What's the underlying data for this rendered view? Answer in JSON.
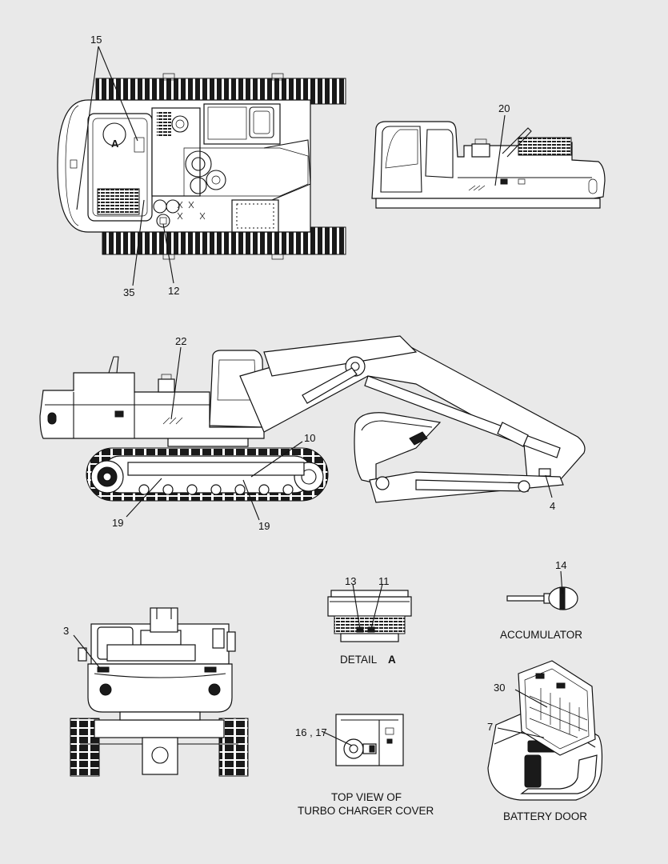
{
  "callouts": {
    "c15": "15",
    "cA_top": "A",
    "c20": "20",
    "c35": "35",
    "c12": "12",
    "c22": "22",
    "c10": "10",
    "c19a": "19",
    "c19b": "19",
    "c4": "4",
    "c3": "3",
    "c13": "13",
    "c11": "11",
    "c14": "14",
    "c16_17": "16 , 17",
    "c30": "30",
    "c7": "7"
  },
  "captions": {
    "detail": "DETAIL",
    "detail_letter": "A",
    "accumulator": "ACCUMULATOR",
    "turbo_line1": "TOP VIEW OF",
    "turbo_line2": "TURBO CHARGER COVER",
    "battery_door": "BATTERY DOOR"
  }
}
